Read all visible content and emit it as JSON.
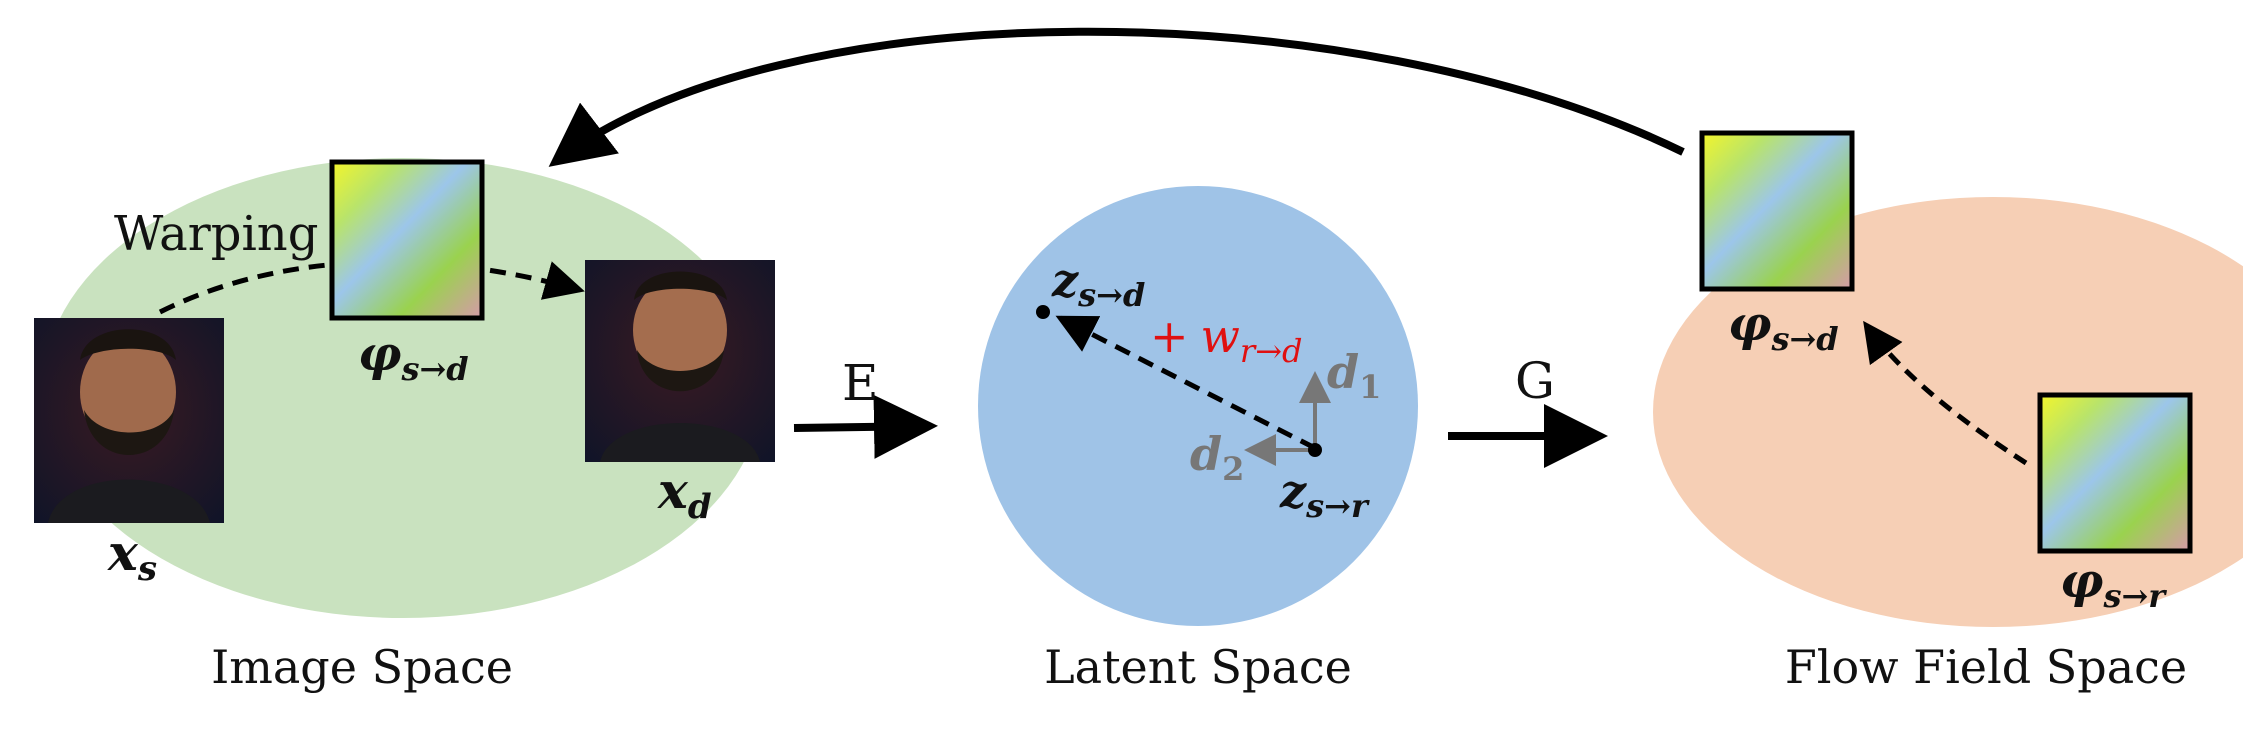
{
  "colors": {
    "image_space": "#c9e2bf",
    "latent_space": "#9fc3e7",
    "flow_space": "#f6cfb5",
    "arrow": "#000000",
    "direction": "#777777",
    "weight": "#e01010"
  },
  "spaces": {
    "image": "Image Space",
    "latent": "Latent Space",
    "flow": "Flow Field Space"
  },
  "operations": {
    "warping": "Warping",
    "encoder": "E",
    "generator": "G"
  },
  "symbols": {
    "x": "x",
    "s": "s",
    "d": "d",
    "z": "z",
    "phi": "φ",
    "w": "w",
    "plus": "+",
    "one": "1",
    "two": "2",
    "s_to_d": "s→d",
    "s_to_r": "s→r",
    "r_to_d": "r→d"
  },
  "icons": {
    "face_source": "face-photo-icon",
    "face_driving": "face-photo-icon",
    "flow_field": "flow-field-icon"
  }
}
